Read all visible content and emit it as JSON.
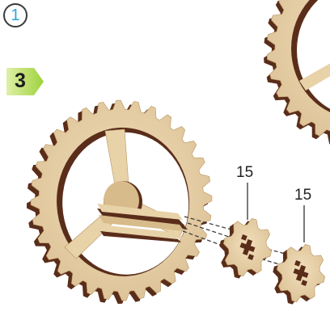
{
  "step_number": "1",
  "sub_step": "3",
  "part_labels": [
    "15",
    "15"
  ],
  "colors": {
    "wood": "#e8d2a8",
    "wood_shadow": "#d7bb8a",
    "wood_edge": "#5a2d1a",
    "step_number_color": "#29a6d8",
    "sub_step_badge": "#b8e05c"
  }
}
